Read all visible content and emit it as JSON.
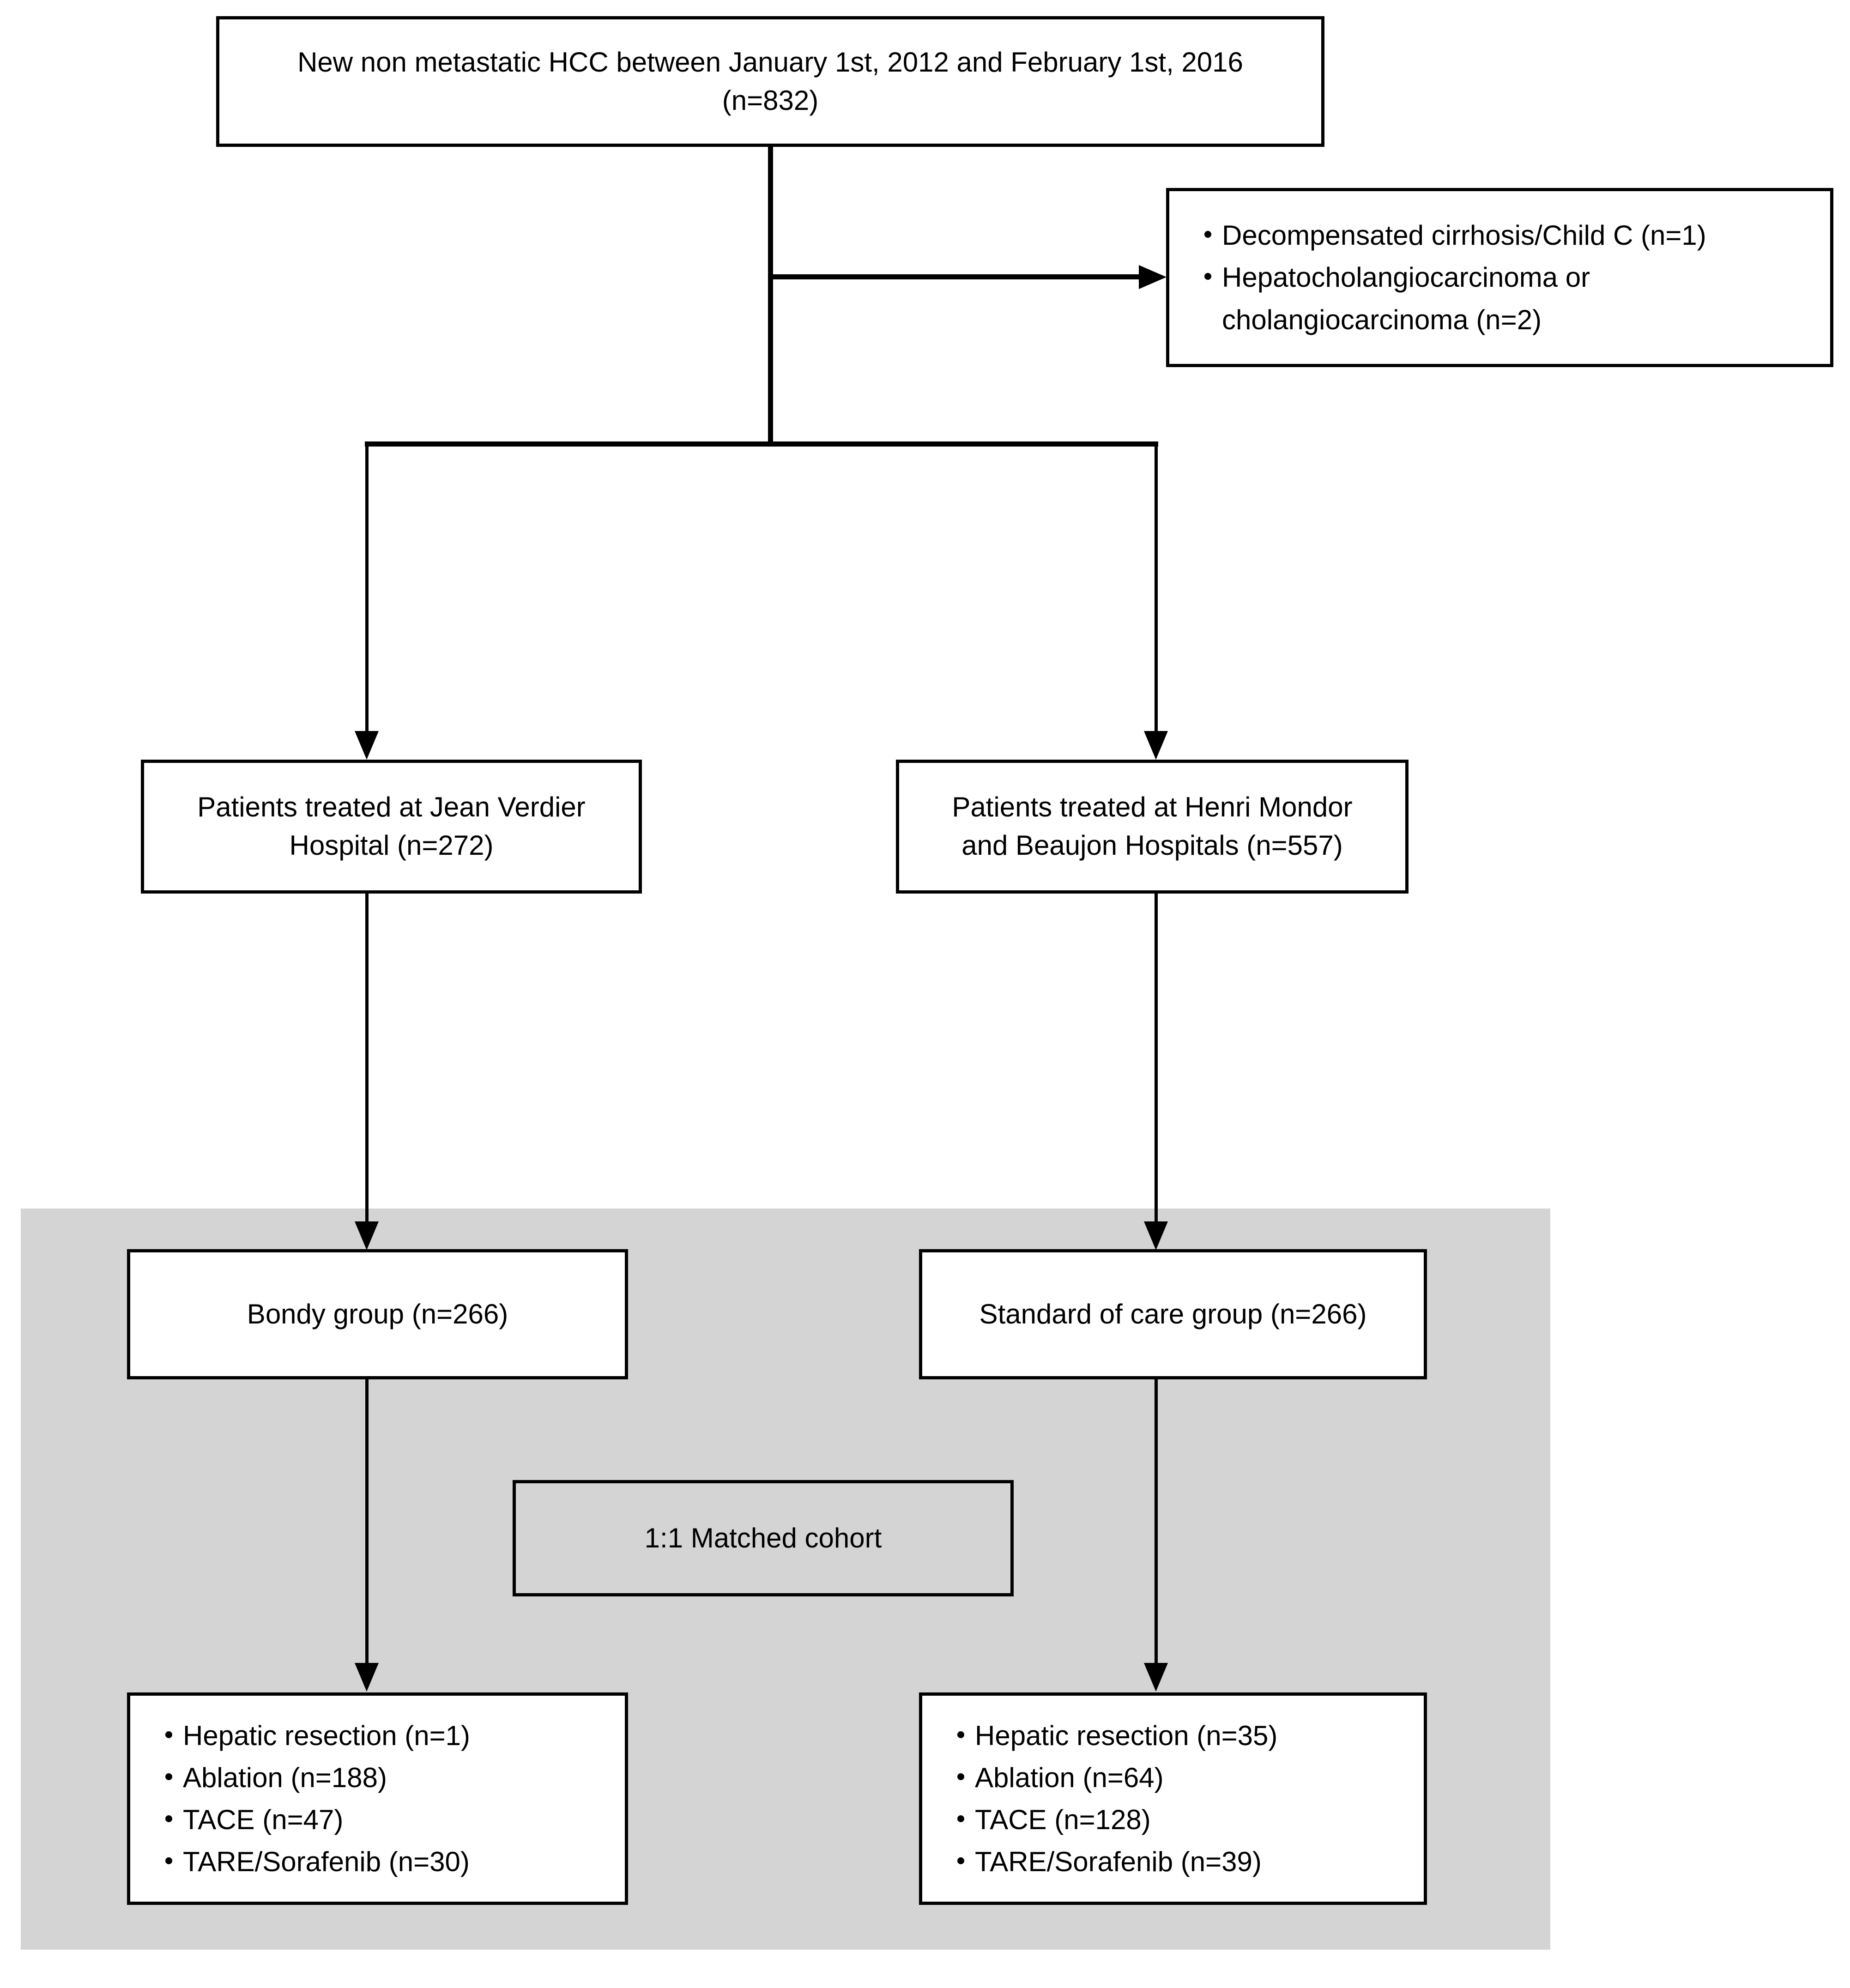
{
  "figure": {
    "type": "patient-flow-diagram",
    "background_color": "#ffffff",
    "shaded_band_color": "#d4d4d4",
    "line_color": "#000000"
  },
  "nodes": {
    "source_cohort": {
      "text": "New non metastatic HCC between January 1st, 2012 and February 1st, 2016\n(n=832)",
      "count": 832
    },
    "exclusions": {
      "items": [
        {
          "label": "Decompensated cirrhosis/Child C (n=1)",
          "count": 1
        },
        {
          "label": "Hepatocholangiocarcinoma or\ncholangiocarcinoma (n=2)",
          "count": 2
        }
      ]
    },
    "jean_verdier": {
      "text": "Patients treated at Jean Verdier\nHospital (n=272)",
      "count": 272
    },
    "henri_mondor_beaujon": {
      "text": "Patients treated at Henri Mondor\nand Beaujon Hospitals (n=557)",
      "count": 557
    },
    "bondy_group": {
      "text": "Bondy group (n=266)",
      "count": 266
    },
    "standard_of_care_group": {
      "text": "Standard of care group (n=266)",
      "count": 266
    },
    "matched_cohort": {
      "text": "1:1 Matched cohort"
    },
    "bondy_treatments": {
      "items": [
        {
          "label": "Hepatic resection (n=1)",
          "count": 1
        },
        {
          "label": "Ablation (n=188)",
          "count": 188
        },
        {
          "label": "TACE (n=47)",
          "count": 47
        },
        {
          "label": "TARE/Sorafenib (n=30)",
          "count": 30
        }
      ]
    },
    "standard_of_care_treatments": {
      "items": [
        {
          "label": "Hepatic resection (n=35)",
          "count": 35
        },
        {
          "label": "Ablation (n=64)",
          "count": 64
        },
        {
          "label": "TACE (n=128)",
          "count": 128
        },
        {
          "label": "TARE/Sorafenib (n=39)",
          "count": 39
        }
      ]
    }
  }
}
